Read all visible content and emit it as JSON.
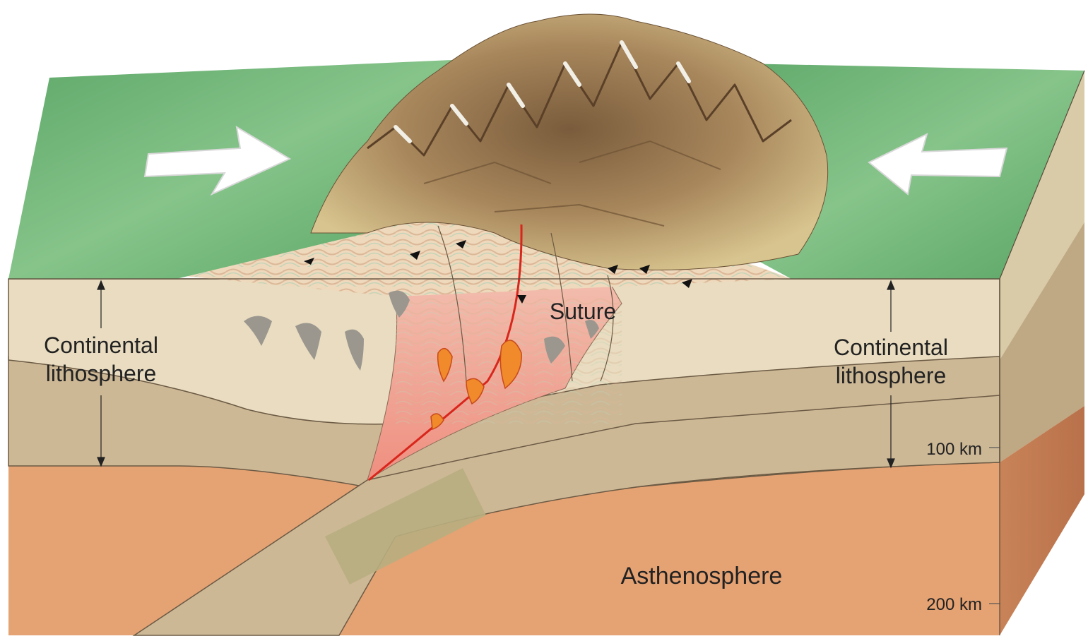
{
  "labels": {
    "left_lithosphere_line1": "Continental",
    "left_lithosphere_line2": "lithosphere",
    "right_lithosphere_line1": "Continental",
    "right_lithosphere_line2": "lithosphere",
    "suture": "Suture",
    "asthenosphere": "Asthenosphere",
    "depth_100": "100 km",
    "depth_200": "200 km"
  },
  "icons": {
    "left_arrow": "plate-motion-right-arrow-icon",
    "right_arrow": "plate-motion-left-arrow-icon"
  },
  "colors": {
    "surface_green": "#6fb47a",
    "mountain_brown": "#9a7a52",
    "crust_tan": "#e9dcc0",
    "lithosphere_mantle": "#cdb896",
    "asthenosphere": "#e5a273",
    "suture_red": "#d9261c",
    "magma": "#f08a2a"
  }
}
